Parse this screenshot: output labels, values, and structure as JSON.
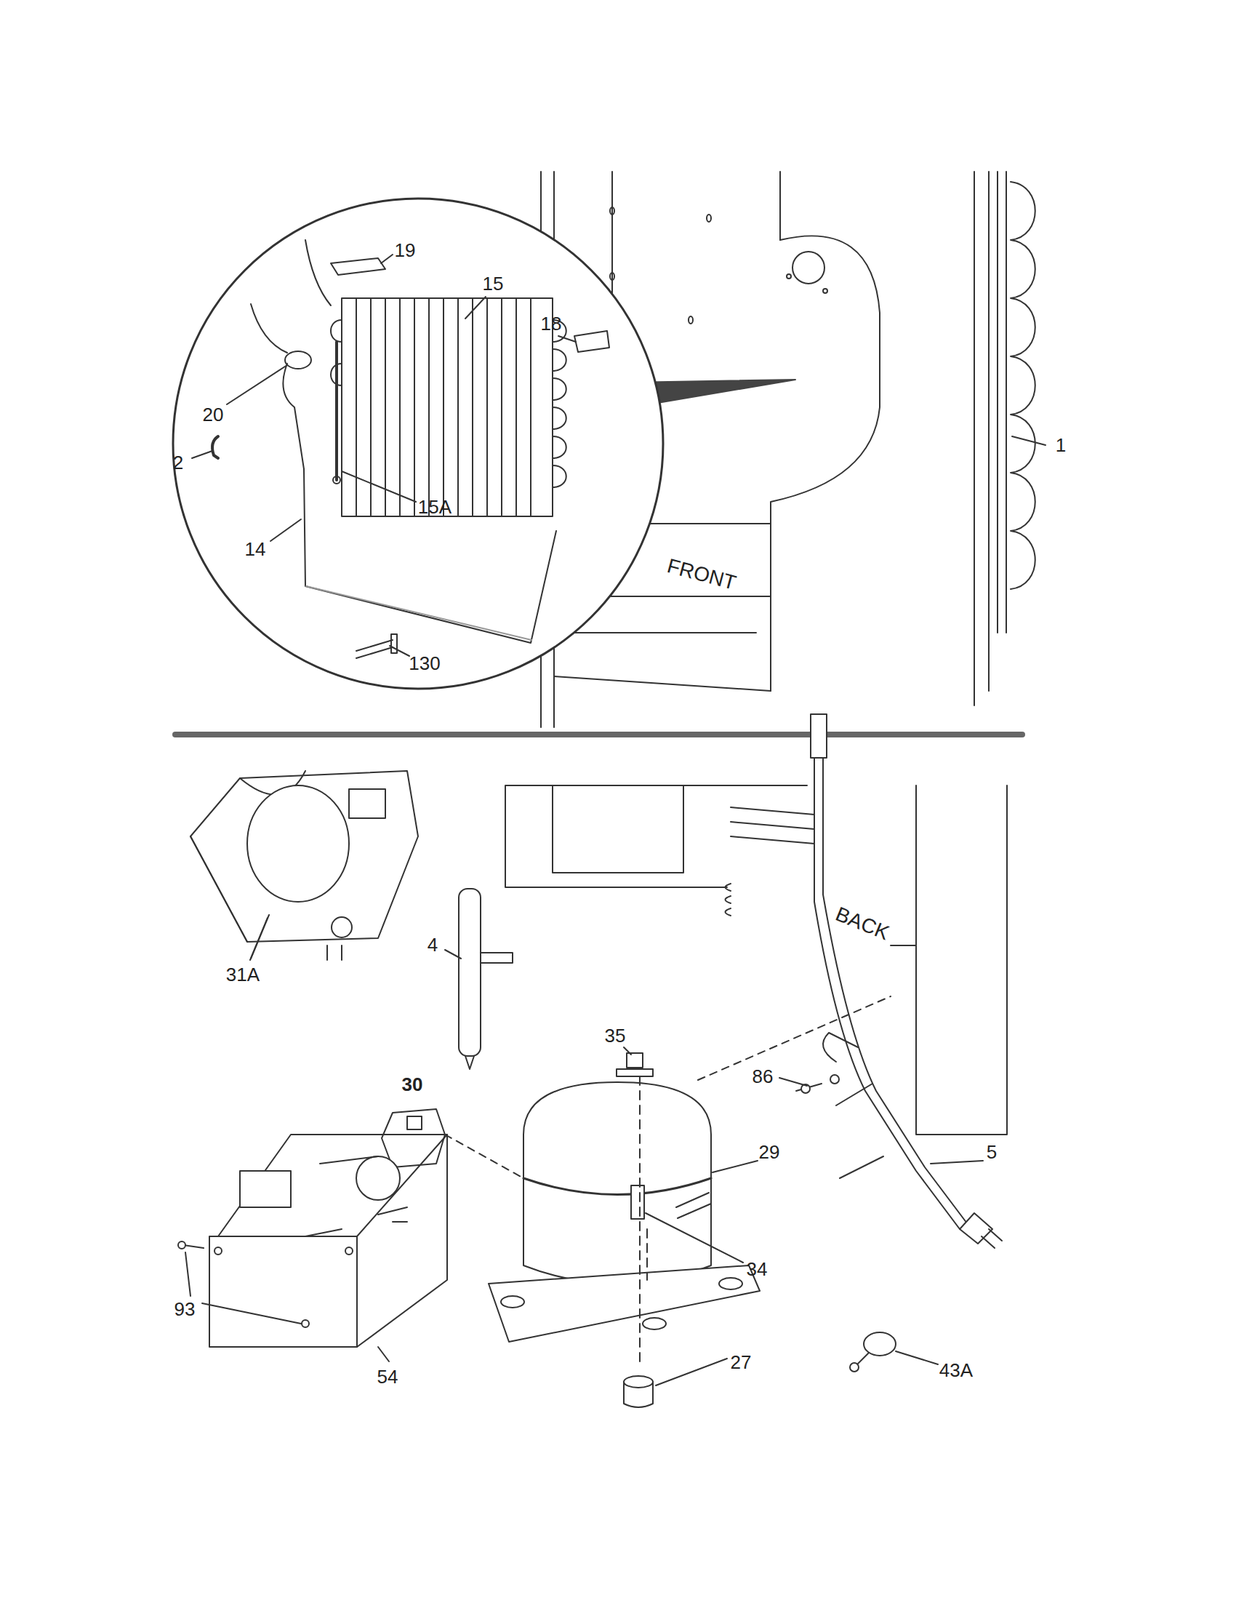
{
  "diagram": {
    "labels": [
      "19",
      "15",
      "18",
      "20",
      "1",
      "2",
      "15A",
      "14",
      "FRONT",
      "130",
      "31A",
      "4",
      "BACK",
      "35",
      "86",
      "30",
      "29",
      "5",
      "34",
      "93",
      "54",
      "27",
      "43A"
    ]
  }
}
